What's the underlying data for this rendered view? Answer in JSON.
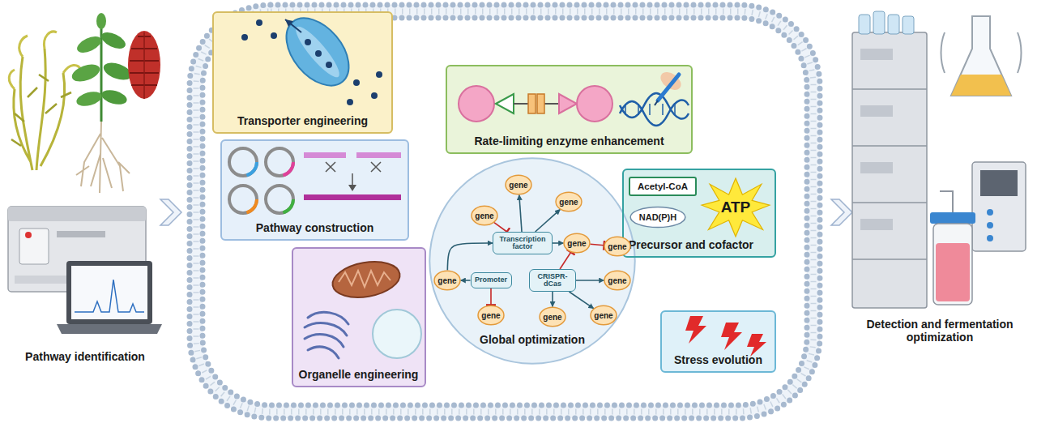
{
  "diagram": {
    "nodes": [
      {
        "text": [
          "Transporter engineering"
        ]
      },
      {
        "text": [
          "Rate-limiting enzyme enhancement"
        ]
      },
      {
        "text": [
          "Pathway construction"
        ]
      },
      {
        "text": [
          "Precursor and cofactor"
        ]
      },
      {
        "text": [
          "Acetyl-CoA"
        ],
        "in": 3
      },
      {
        "text": [
          "NAD(P)H"
        ],
        "in": 3
      },
      {
        "text": [
          "ATP"
        ],
        "in": 3
      },
      {
        "text": [
          "Organelle engineering"
        ]
      },
      {
        "text": [
          "Global optimization"
        ]
      },
      {
        "text": [
          "gene"
        ],
        "in": 8
      },
      {
        "text": [
          "gene"
        ],
        "in": 8
      },
      {
        "text": [
          "gene"
        ],
        "in": 8
      },
      {
        "text": [
          "Transcription factor"
        ],
        "in": 8
      },
      {
        "text": [
          "gene"
        ],
        "in": 8
      },
      {
        "text": [
          "gene"
        ],
        "in": 8
      },
      {
        "text": [
          "gene"
        ],
        "in": 8
      },
      {
        "text": [
          "Promoter"
        ],
        "in": 8
      },
      {
        "text": [
          "CRISPR-dCas"
        ],
        "in": 8
      },
      {
        "text": [
          "gene"
        ],
        "in": 8
      },
      {
        "text": [
          "gene"
        ],
        "in": 8
      },
      {
        "text": [
          "gene"
        ],
        "in": 8
      },
      {
        "text": [
          "gene"
        ],
        "in": 8
      },
      {
        "text": [
          "Stress evolution"
        ]
      }
    ],
    "edges": [
      {
        "from": 9,
        "to": 12,
        "arrow": "to"
      },
      {
        "from": 12,
        "to": 10,
        "arrow": "to"
      },
      {
        "from": 12,
        "to": 11,
        "arrow": "to"
      },
      {
        "from": 12,
        "to": 13,
        "arrow": "to"
      },
      {
        "from": 15,
        "to": 12,
        "arrow": "to"
      },
      {
        "from": 16,
        "to": 15,
        "arrow": "to"
      },
      {
        "from": 16,
        "to": 19,
        "arrow": "to"
      },
      {
        "from": 13,
        "to": 14,
        "arrow": "to"
      },
      {
        "from": 17,
        "to": 13,
        "arrow": "to"
      },
      {
        "from": 17,
        "to": 18,
        "arrow": "to"
      },
      {
        "from": 17,
        "to": 21,
        "arrow": "to"
      },
      {
        "from": 17,
        "to": 20,
        "arrow": "to"
      }
    ],
    "labels": [
      "Pathway identification",
      "Detection and fermentation optimization"
    ]
  }
}
